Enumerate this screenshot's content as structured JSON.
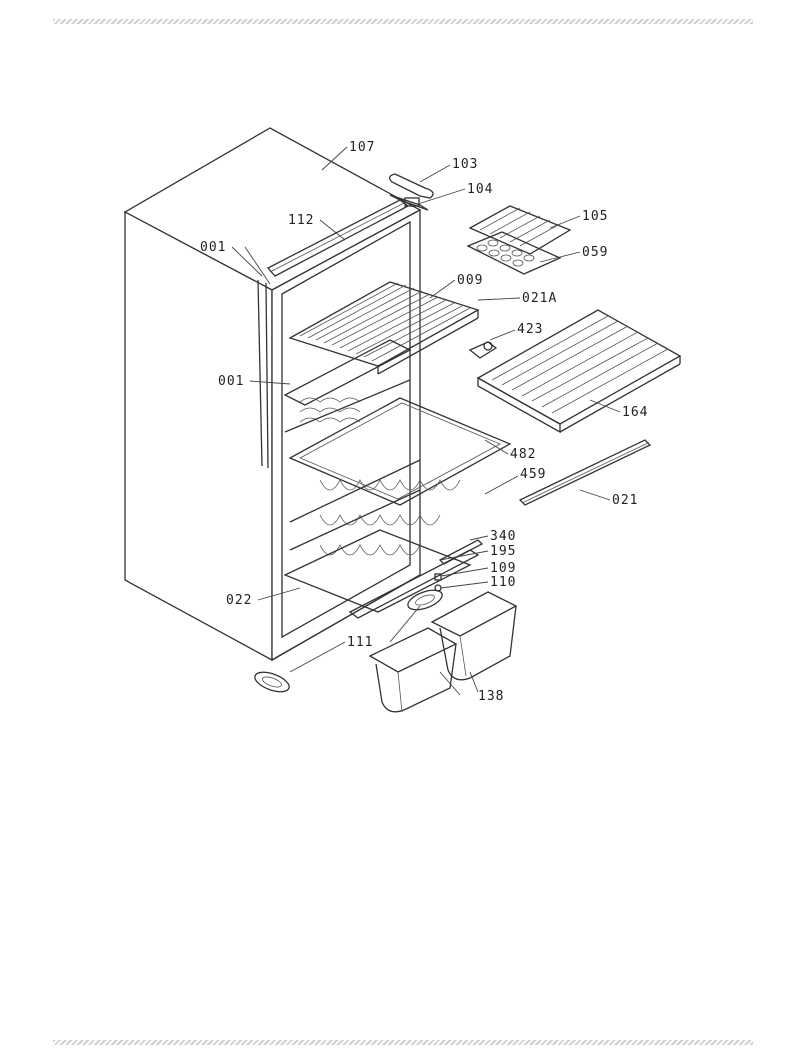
{
  "diagram": {
    "labels": {
      "p107": "107",
      "p103": "103",
      "p104": "104",
      "p112": "112",
      "p105": "105",
      "p001a": "001",
      "p059": "059",
      "p009": "009",
      "p021A": "021A",
      "p423": "423",
      "p001b": "001",
      "p164": "164",
      "p482": "482",
      "p459": "459",
      "p021": "021",
      "p340": "340",
      "p195": "195",
      "p109": "109",
      "p110": "110",
      "p022": "022",
      "p111": "111",
      "p138": "138"
    }
  }
}
